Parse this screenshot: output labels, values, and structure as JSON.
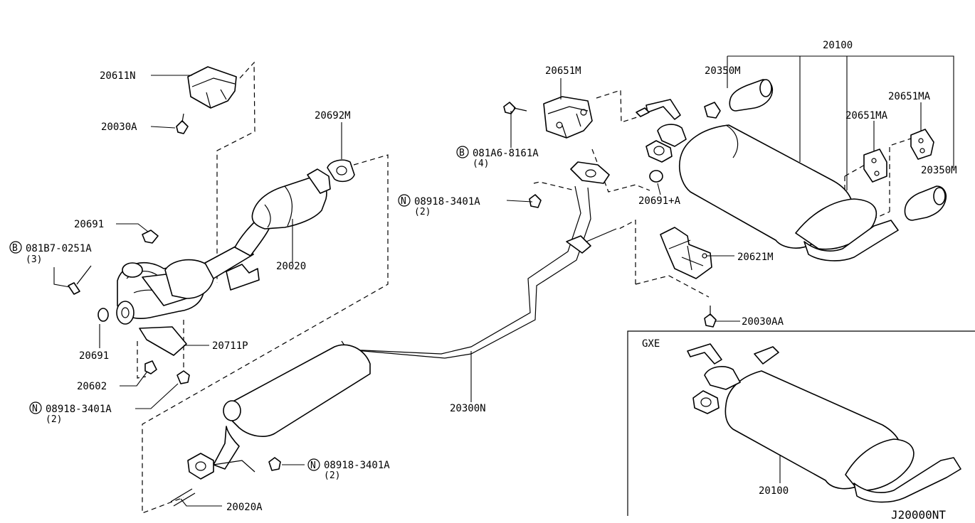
{
  "diagram_code": "J20000NT",
  "inset": {
    "label": "GXE",
    "part_number": "20100"
  },
  "callouts": {
    "p20611N": "20611N",
    "p20030A": "20030A",
    "p20692M": "20692M",
    "p20691_top": "20691",
    "p081B7_num": "081B7-0251A",
    "p081B7_qty": "(3)",
    "p20020": "20020",
    "p20691_bottom": "20691",
    "p20711P": "20711P",
    "p20602": "20602",
    "p08918_left_num": "08918-3401A",
    "p08918_left_qty": "(2)",
    "p20300N": "20300N",
    "p08918_bottom_num": "08918-3401A",
    "p08918_bottom_qty": "(2)",
    "p20020A": "20020A",
    "p20651M": "20651M",
    "p081A6_num": "081A6-8161A",
    "p081A6_qty": "(4)",
    "p08918_mid_num": "08918-3401A",
    "p08918_mid_qty": "(2)",
    "p20100": "20100",
    "p20350M_top": "20350M",
    "p20651MA_right": "20651MA",
    "p20651MA_left": "20651MA",
    "p20350M_right": "20350M",
    "p20691A": "20691+A",
    "p20621M": "20621M",
    "p20030AA": "20030AA"
  },
  "fastener_prefixes": {
    "bolt": "B",
    "nut": "N"
  }
}
